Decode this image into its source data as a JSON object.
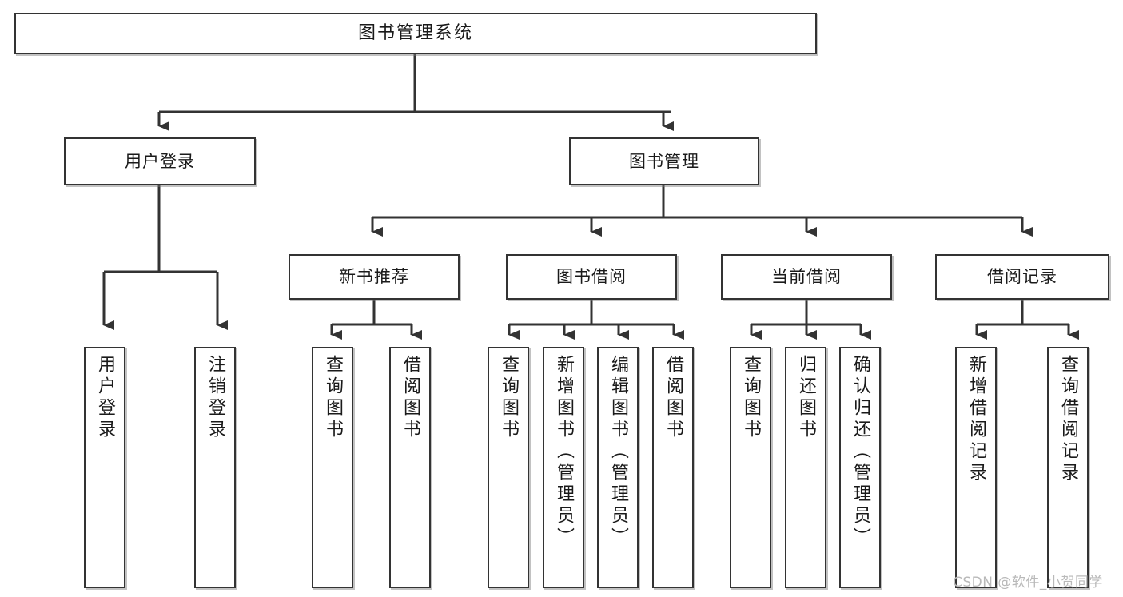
{
  "diagram": {
    "title": "图书管理系统",
    "type": "tree",
    "root": {
      "id": "root",
      "label": "图书管理系统",
      "orientation": "horizontal"
    },
    "level1": [
      {
        "id": "user-login",
        "label": "用户登录",
        "orientation": "horizontal"
      },
      {
        "id": "book-manage",
        "label": "图书管理",
        "orientation": "horizontal"
      }
    ],
    "level2": [
      {
        "id": "new-book-rec",
        "label": "新书推荐",
        "parent": "book-manage",
        "orientation": "horizontal"
      },
      {
        "id": "book-borrow",
        "label": "图书借阅",
        "parent": "book-manage",
        "orientation": "horizontal"
      },
      {
        "id": "current-borrow",
        "label": "当前借阅",
        "parent": "book-manage",
        "orientation": "horizontal"
      },
      {
        "id": "borrow-record",
        "label": "借阅记录",
        "parent": "book-manage",
        "orientation": "horizontal"
      }
    ],
    "leaves": [
      {
        "id": "leaf-user-login",
        "label": "用户登录",
        "parent": "user-login",
        "orientation": "vertical"
      },
      {
        "id": "leaf-logout",
        "label": "注销登录",
        "parent": "user-login",
        "orientation": "vertical"
      },
      {
        "id": "leaf-query-book-1",
        "label": "查询图书",
        "parent": "new-book-rec",
        "orientation": "vertical"
      },
      {
        "id": "leaf-borrow-book-1",
        "label": "借阅图书",
        "parent": "new-book-rec",
        "orientation": "vertical"
      },
      {
        "id": "leaf-query-book-2",
        "label": "查询图书",
        "parent": "book-borrow",
        "orientation": "vertical"
      },
      {
        "id": "leaf-add-book",
        "label": "新增图书（管理员）",
        "parent": "book-borrow",
        "orientation": "vertical"
      },
      {
        "id": "leaf-edit-book",
        "label": "编辑图书（管理员）",
        "parent": "book-borrow",
        "orientation": "vertical"
      },
      {
        "id": "leaf-borrow-book-2",
        "label": "借阅图书",
        "parent": "book-borrow",
        "orientation": "vertical"
      },
      {
        "id": "leaf-query-book-3",
        "label": "查询图书",
        "parent": "current-borrow",
        "orientation": "vertical"
      },
      {
        "id": "leaf-return-book",
        "label": "归还图书",
        "parent": "current-borrow",
        "orientation": "vertical"
      },
      {
        "id": "leaf-confirm-return",
        "label": "确认归还（管理员）",
        "parent": "current-borrow",
        "orientation": "vertical"
      },
      {
        "id": "leaf-add-record",
        "label": "新增借阅记录",
        "parent": "borrow-record",
        "orientation": "vertical"
      },
      {
        "id": "leaf-query-record",
        "label": "查询借阅记录",
        "parent": "borrow-record",
        "orientation": "vertical"
      }
    ]
  },
  "watermark": {
    "text": "CSDN @软件_小贺同学"
  },
  "colors": {
    "border": "#333333",
    "background": "#ffffff",
    "text": "#1a1a1a",
    "line": "#333333",
    "watermark": "#b9b9b9"
  }
}
